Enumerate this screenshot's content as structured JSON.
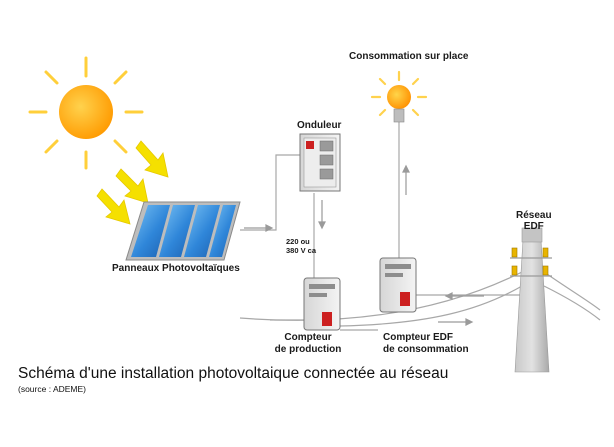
{
  "labels": {
    "consumption_on_site": "Consommation sur place",
    "inverter": "Onduleur",
    "grid_line1": "Réseau",
    "grid_line2": "EDF",
    "voltage_line1": "220 ou",
    "voltage_line2": "380 V ca",
    "panels": "Panneaux Photovoltaïques",
    "production_meter_line1": "Compteur",
    "production_meter_line2": "de production",
    "consumption_meter_line1": "Compteur EDF",
    "consumption_meter_line2": "de consommation"
  },
  "caption": {
    "title": "Schéma d'une installation photovoltaique connectée au réseau",
    "source": "(source : ADEME)"
  },
  "colors": {
    "sun": "#ffb400",
    "rays": "#f5e000",
    "panel_cell": "#2f86d9",
    "meter_red": "#cc2020",
    "pole": "#b8b8b8",
    "arrow": "#9a9a9a"
  }
}
